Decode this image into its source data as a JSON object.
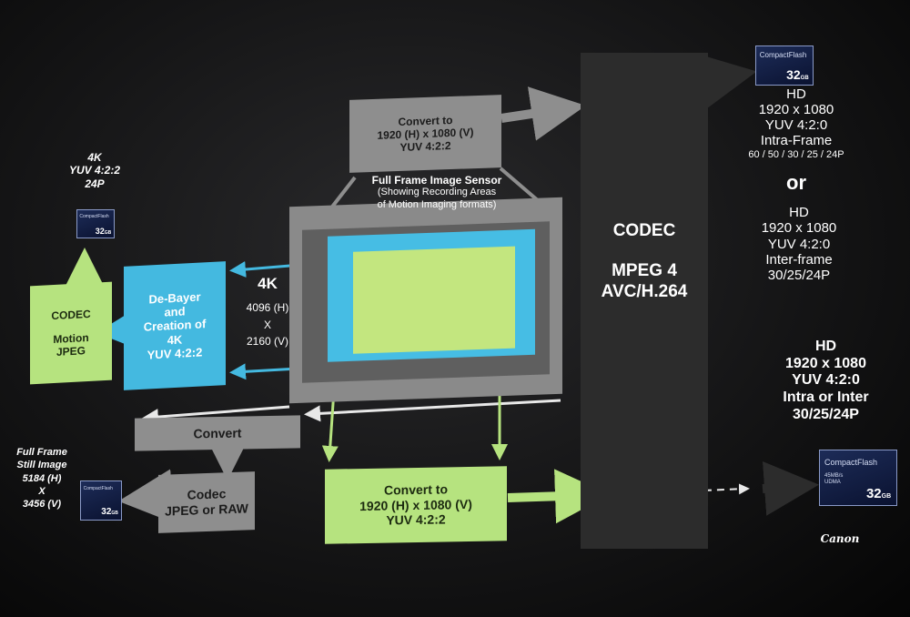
{
  "top_convert": {
    "lines": [
      "Convert to",
      "1920 (H) x 1080 (V)",
      "YUV   4:2:2"
    ]
  },
  "sensor_caption": {
    "lines": [
      "Full Frame Image Sensor",
      "(Showing Recording  Areas",
      "of Motion Imaging formats)"
    ]
  },
  "codec_main": {
    "title": "CODEC",
    "lines": [
      "MPEG 4",
      "AVC/H.264"
    ]
  },
  "left_output": {
    "lines": [
      "4K",
      "YUV  4:2:2",
      "24P"
    ]
  },
  "codec_mjpeg": {
    "lines": [
      "CODEC",
      "Motion",
      "JPEG"
    ]
  },
  "debayer": {
    "lines": [
      "De-Bayer",
      "and",
      "Creation of",
      "4K",
      "YUV  4:2:2"
    ]
  },
  "k4_label": {
    "title": "4K",
    "lines": [
      "4096 (H)",
      "X",
      "2160 (V)"
    ]
  },
  "convert_gray": {
    "label": "Convert"
  },
  "codec_still": {
    "lines": [
      "Codec",
      "JPEG or RAW"
    ]
  },
  "still_image": {
    "lines": [
      "Full Frame",
      "Still Image",
      "5184 (H)",
      "X",
      "3456 (V)"
    ]
  },
  "bottom_convert": {
    "lines": [
      "Convert to",
      "1920 (H) x 1080 (V)",
      "YUV   4:2:2"
    ]
  },
  "right_top_spec": {
    "lines": [
      "HD",
      "1920 x 1080",
      "YUV  4:2:0",
      "Intra-Frame",
      "60 / 50 / 30 / 25 / 24P"
    ]
  },
  "or_label": "or",
  "right_mid_spec": {
    "lines": [
      "HD",
      "1920 x 1080",
      "YUV  4:2:0",
      "Inter-frame",
      "30/25/24P"
    ]
  },
  "right_bottom_spec": {
    "lines": [
      "HD",
      "1920 x 1080",
      "YUV  4:2:0",
      "Intra or Inter",
      "30/25/24P"
    ]
  },
  "cards": {
    "brand": "CompactFlash",
    "capacity": "32",
    "unit": "GB",
    "large_speed": "45MB/s",
    "large_mode": "UDMA"
  },
  "logo": "Canon",
  "colors": {
    "gray_block": "#8e8e8e",
    "green_block": "#b6e37f",
    "blue_block": "#44b9e0",
    "codec_column": "#2c2c2c"
  }
}
